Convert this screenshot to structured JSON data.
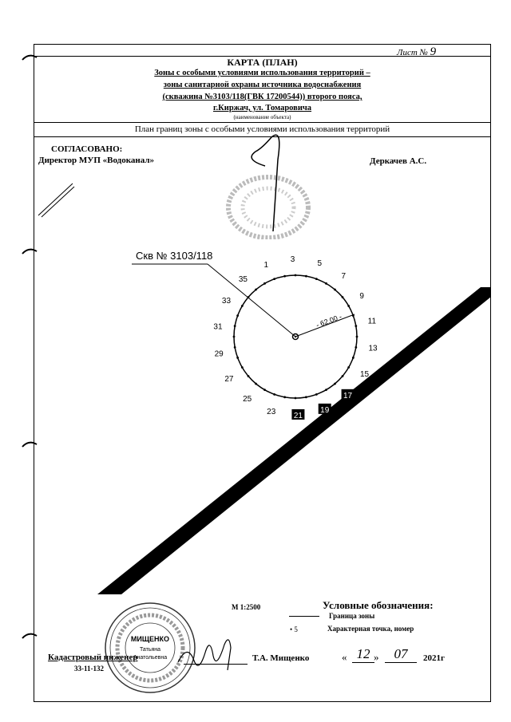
{
  "sheet": {
    "label": "Лист №",
    "number": "9"
  },
  "header": {
    "title": "КАРТА (ПЛАН)",
    "line1": "Зоны с особыми условиями использования территорий –",
    "line2": "зоны санитарной охраны  источника водоснабжения",
    "line3a": "(скважина №3103/118(ГВК 17200544))",
    "line3b": "  второго пояса,",
    "line4": "г.Киржач, ул. Томаровича",
    "caption": "(наименование объекта)",
    "plan_title": "План границ  зоны с особыми условиями использования территорий"
  },
  "approval": {
    "agreed": "СОГЛАСОВАНО:",
    "position": "Директор МУП «Водоканал»",
    "name": "Деркачев А.С."
  },
  "map": {
    "well_label": "Скв № 3103/118",
    "radius_label": "- 62.00 -",
    "points": [
      "1",
      "3",
      "5",
      "7",
      "9",
      "11",
      "13",
      "15",
      "17",
      "19",
      "21",
      "23",
      "25",
      "27",
      "29",
      "31",
      "33",
      "35"
    ],
    "boxed_points": [
      "17",
      "19",
      "21"
    ]
  },
  "legend": {
    "scale": "М 1:2500",
    "title": "Условные обозначения:",
    "boundary": "Граница зоны",
    "point_symbol": "• 5",
    "point_desc": "Характерная точка, номер"
  },
  "footer": {
    "role": "Кадастровый инженер",
    "code": "33-11-132",
    "name": "Т.А. Мищенко",
    "q_open": "«",
    "day": "12",
    "q_close": "»",
    "month": "07",
    "year": "2021г"
  },
  "seal": {
    "name": "МИЩЕНКО",
    "first": "Татьяна",
    "patronymic": "Анатольевна"
  }
}
